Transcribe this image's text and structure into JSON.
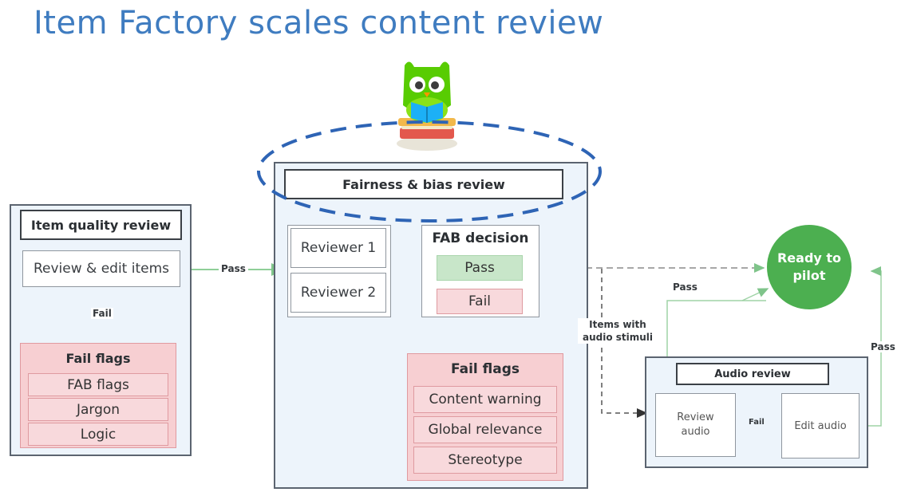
{
  "title": "Item Factory scales content review",
  "item_quality": {
    "header": "Item quality review",
    "review_edit": "Review & edit items",
    "fail_label": "Fail",
    "fail_flags_title": "Fail flags",
    "flags": [
      "FAB flags",
      "Jargon",
      "Logic"
    ]
  },
  "edge_pass_1": "Pass",
  "fairness": {
    "header": "Fairness & bias review",
    "reviewer1": "Reviewer 1",
    "reviewer2": "Reviewer 2",
    "decision_title": "FAB decision",
    "decision_pass": "Pass",
    "decision_fail": "Fail",
    "fail_flags_title": "Fail flags",
    "flags": [
      "Content warning",
      "Global relevance",
      "Stereotype"
    ]
  },
  "ready": {
    "line1": "Ready to",
    "line2": "pilot"
  },
  "edge_pass_2": "Pass",
  "edge_pass_3": "Pass",
  "items_audio": {
    "line1": "Items with",
    "line2": "audio stimuli"
  },
  "audio": {
    "header": "Audio review",
    "review_line1": "Review",
    "review_line2": "audio",
    "fail_label": "Fail",
    "edit": "Edit audio"
  },
  "colors": {
    "title_blue": "#3f7cc0",
    "panel_bg": "#edf4fb",
    "fail_red": "#f7cfd2",
    "pass_green": "#c8e6c9",
    "ready_green": "#4caf50",
    "ellipse_blue": "#2e64b5",
    "owl_green": "#58cc02"
  }
}
